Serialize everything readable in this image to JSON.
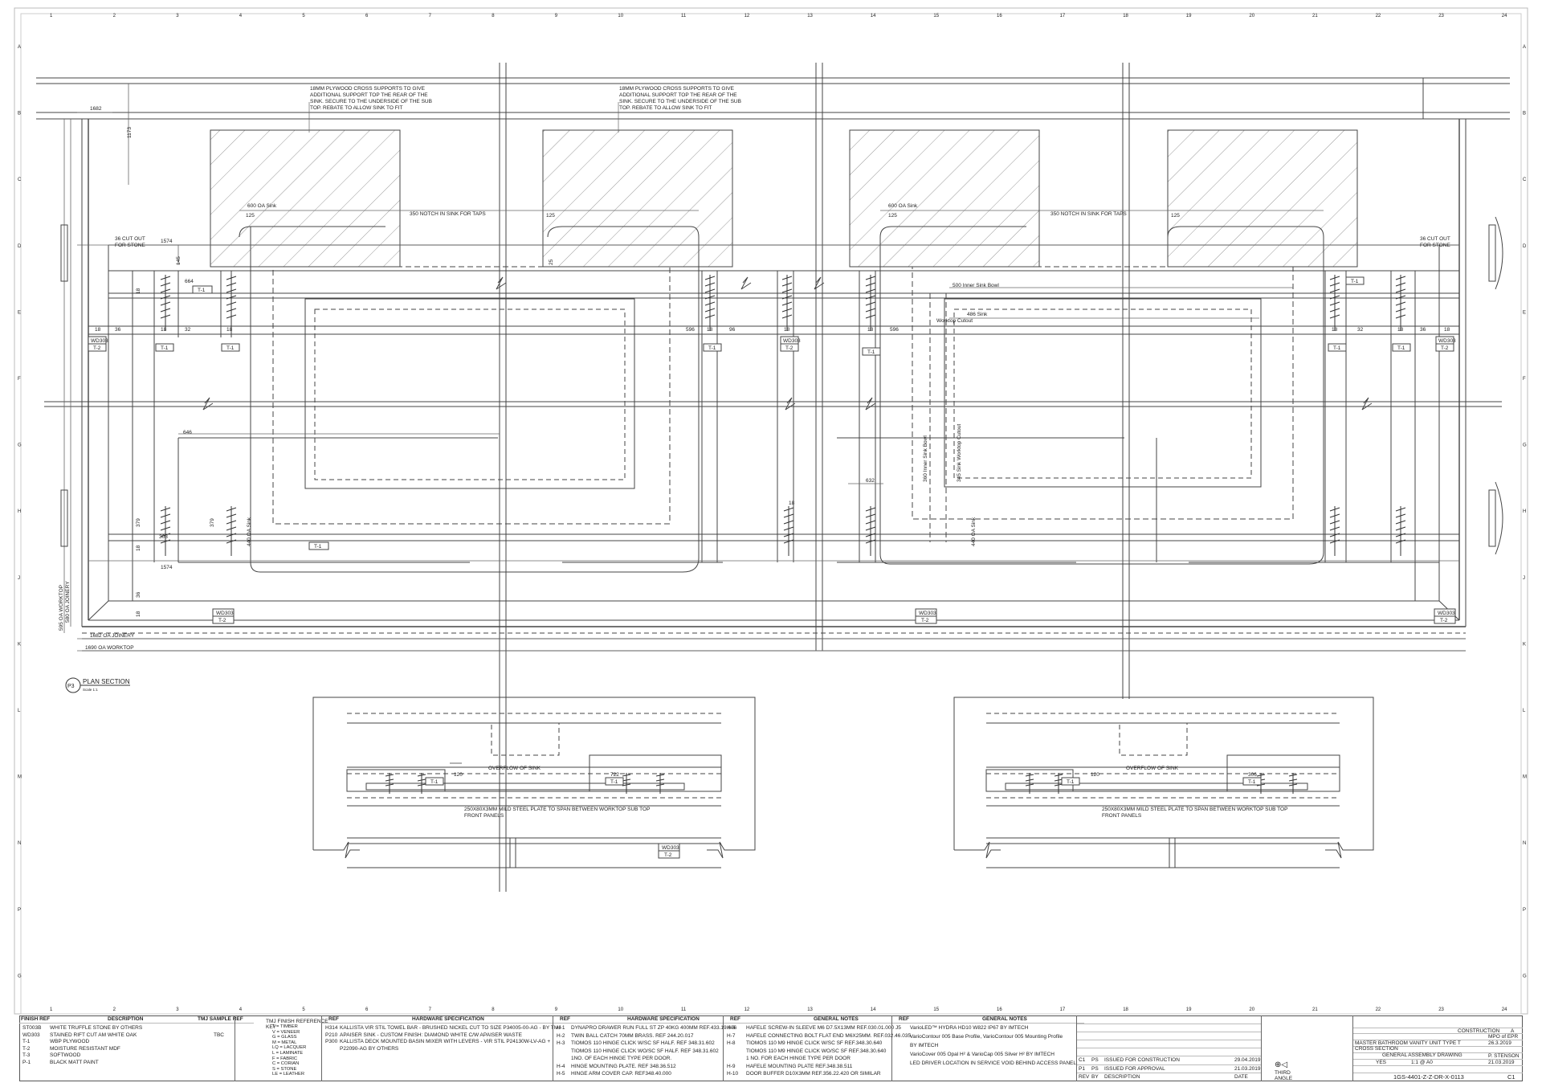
{
  "grid": {
    "columns": [
      "1",
      "2",
      "3",
      "4",
      "5",
      "6",
      "7",
      "8",
      "9",
      "10",
      "11",
      "12",
      "13",
      "14",
      "15",
      "16",
      "17",
      "18",
      "19",
      "20",
      "21",
      "22",
      "23",
      "24"
    ],
    "rows": [
      "A",
      "B",
      "C",
      "D",
      "E",
      "F",
      "G",
      "H",
      "J",
      "K",
      "L",
      "M",
      "N",
      "P",
      "G"
    ]
  },
  "annotations": {
    "cross_support_left": [
      "18MM PLYWOOD CROSS SUPPORTS TO GIVE",
      "ADDITIONAL SUPPORT TOP THE REAR OF THE",
      "SINK. SECURE TO THE UNDERSIDE OF THE SUB",
      "TOP. REBATE TO ALLOW SINK TO FIT"
    ],
    "cross_support_right": [
      "18MM PLYWOOD CROSS SUPPORTS TO GIVE",
      "ADDITIONAL SUPPORT TOP THE REAR OF THE",
      "SINK. SECURE TO THE UNDERSIDE OF THE SUB",
      "TOP. REBATE TO ALLOW SINK TO FIT"
    ],
    "cut_out_left": [
      "36 CUT OUT",
      "FOR STONE"
    ],
    "cut_out_right": [
      "36 CUT OUT",
      "FOR STONE"
    ],
    "oa_sink": "600 OA Sink",
    "notch": "350 NOTCH IN SINK FOR TAPS",
    "inner_bowl": "500 Inner Sink Bowl",
    "worktop_cutout": [
      "486 Sink",
      "Worktop Cutout"
    ],
    "bowl_vertical": "360 Inner Sink Bowl",
    "cutout_vertical": "345 Sink Worktop Cutout",
    "oa_sink_vertical": "440 OA Sink",
    "oa_worktop_v": "595 OA WORKTOP",
    "oa_joinery_v": "580 OA JOINERY",
    "oa_joinery": "1682 OA JOINERY",
    "oa_worktop": "1690 OA WORKTOP",
    "overflow": "OVERFLOW OF SINK",
    "steel_plate": [
      "250X80X3MM MILD STEEL PLATE TO SPAN BETWEEN WORKTOP SUB TOP",
      "FRONT PANELS"
    ],
    "plan_title": "PLAN SECTION",
    "plan_scale": "Scale 1:1",
    "plan_ref": "P3"
  },
  "dims": {
    "d1682": "1682",
    "d1173": "1173",
    "d1574": "1574",
    "d145": "145",
    "d664": "664",
    "d18": "18",
    "d36": "36",
    "d32": "32",
    "d125": "125",
    "d25": "25",
    "d596": "596",
    "d96": "96",
    "d646": "646",
    "d379": "379",
    "d308": "308",
    "d632": "632",
    "d120": "120",
    "d722": "722",
    "d306": "306"
  },
  "tags": {
    "t1": "T-1",
    "t2": "T-2",
    "wd303": "WD303"
  },
  "finish_table": {
    "headers": [
      "FINISH REF",
      "DESCRIPTION",
      "TMJ SAMPLE REF"
    ],
    "rows": [
      [
        "ST003B",
        "WHITE TRUFFLE STONE BY OTHERS",
        ""
      ],
      [
        "WD303",
        "STAINED RIFT CUT AM WHITE OAK",
        "TBC"
      ],
      [
        "T-1",
        "WBP PLYWOOD",
        ""
      ],
      [
        "T-2",
        "MOISTURE RESISTANT MDF",
        ""
      ],
      [
        "T-3",
        "SOFTWOOD",
        ""
      ],
      [
        "P-1",
        "BLACK MATT PAINT",
        ""
      ]
    ]
  },
  "finish_key": {
    "title": "TMJ FINISH REFERENCE KEY",
    "items": [
      "T = TIMBER",
      "V = VENEER",
      "G = GLASS",
      "M = METAL",
      "LQ = LACQUER",
      "L = LAMINATE",
      "F = FABRIC",
      "C = CORIAN",
      "S = STONE",
      "LE = LEATHER"
    ]
  },
  "hardware_1": {
    "headers": [
      "REF",
      "HARDWARE SPECIFICATION"
    ],
    "rows": [
      [
        "H314",
        "KALLISTA VIR STIL TOWEL BAR - BRUSHED NICKEL CUT TO SIZE P34005-00-AG - BY TMJ"
      ],
      [
        "P210",
        "APAISER SINK - CUSTOM FINISH: DIAMOND WHITE C/W APAISER WASTE"
      ],
      [
        "P300",
        "KALLISTA DECK MOUNTED BASIN MIXER WITH LEVERS - VIR STIL P24130W-LV-AG +"
      ],
      [
        "",
        "P22090-AG BY OTHERS"
      ]
    ]
  },
  "hardware_2": {
    "headers": [
      "REF",
      "HARDWARE SPECIFICATION"
    ],
    "rows": [
      [
        "H-1",
        "DYNAPRO DRAWER RUN FULL ST ZP 40KG 400MM REF.433.19.606"
      ],
      [
        "H-2",
        "TWIN BALL CATCH 70MM BRASS. REF 244.20.017"
      ],
      [
        "H-3",
        "TIOMOS 110 HINGE CLICK W/SC SF HALF. REF 348.31.602"
      ],
      [
        "",
        "TIOMOS 110 HINGE CLICK WO/SC SF HALF. REF 348.31.602"
      ],
      [
        "",
        "1NO. OF EACH HINGE TYPE PER DOOR."
      ],
      [
        "H-4",
        "HINGE MOUNTING PLATE. REF 348.36.512"
      ],
      [
        "H-5",
        "HINGE ARM COVER CAP. REF348.40.000"
      ]
    ]
  },
  "general_notes_1": {
    "headers": [
      "REF",
      "GENERAL NOTES"
    ],
    "rows": [
      [
        "H-6",
        "HAFELE SCREW-IN SLEEVE M6 D7.5X13MM REF.030.01.000"
      ],
      [
        "H-7",
        "HAFELE CONNECTING BOLT FLAT END M6X25MM. REF.032.46.035"
      ],
      [
        "H-8",
        "TIOMOS 110 M9 HINGE CLICK W/SC SF REF.348.30.640"
      ],
      [
        "",
        "TIOMOS 110 M9 HINGE CLICK WO/SC SF REF.348.30.640"
      ],
      [
        "",
        "1 NO. FOR EACH HINGE TYPE PER DOOR"
      ],
      [
        "H-9",
        "HAFELE MOUNTING PLATE REF.348.38.511"
      ],
      [
        "H-10",
        "DOOR BUFFER D10X3MM REF.356.22.420 OR SIMILAR"
      ]
    ]
  },
  "general_notes_2": {
    "headers": [
      "REF",
      "GENERAL NOTES"
    ],
    "rows": [
      [
        "J5",
        "VarioLED™ HYDRA HD10 W822 IP67 BY IMTECH"
      ],
      [
        "",
        "VarioContour 005 Base Profile, VarioContour 005 Mounting Profile"
      ],
      [
        "",
        "BY IMTECH"
      ],
      [
        "",
        "VarioCover 005 Opal H² & VarioCap 005 Silver H² BY IMTECH"
      ],
      [
        "",
        "LED DRIVER LOCATION IN SERVICE VOID BEHIND ACCESS PANEL"
      ]
    ]
  },
  "revisions": {
    "headers": [
      "REV",
      "BY",
      "DESCRIPTION",
      "DATE"
    ],
    "rows": [
      [
        "C1",
        "PS",
        "ISSUED FOR CONSTRUCTION",
        "29.04.2019"
      ],
      [
        "P1",
        "PS",
        "ISSUED FOR APPROVAL",
        "21.03.2019"
      ]
    ]
  },
  "projection": [
    "THIRD",
    "ANGLE"
  ],
  "title_block": {
    "status": "CONSTRUCTION",
    "status_code": "A",
    "title_1": "MASTER BATHROOM VANITY UNIT TYPE T",
    "title_2": "CROSS SECTION",
    "title_3": "GENERAL ASSEMBLY DRAWING",
    "drawn": "MPO of EPR",
    "date_1": "26.3.2019",
    "checked": "P. STENSON",
    "date_2": "21.03.2019",
    "yes": "YES",
    "scale": "1:1 @ A0",
    "drawing_no": "1GS-4401-Z-Z-DR-X-0113",
    "revision": "C1"
  }
}
